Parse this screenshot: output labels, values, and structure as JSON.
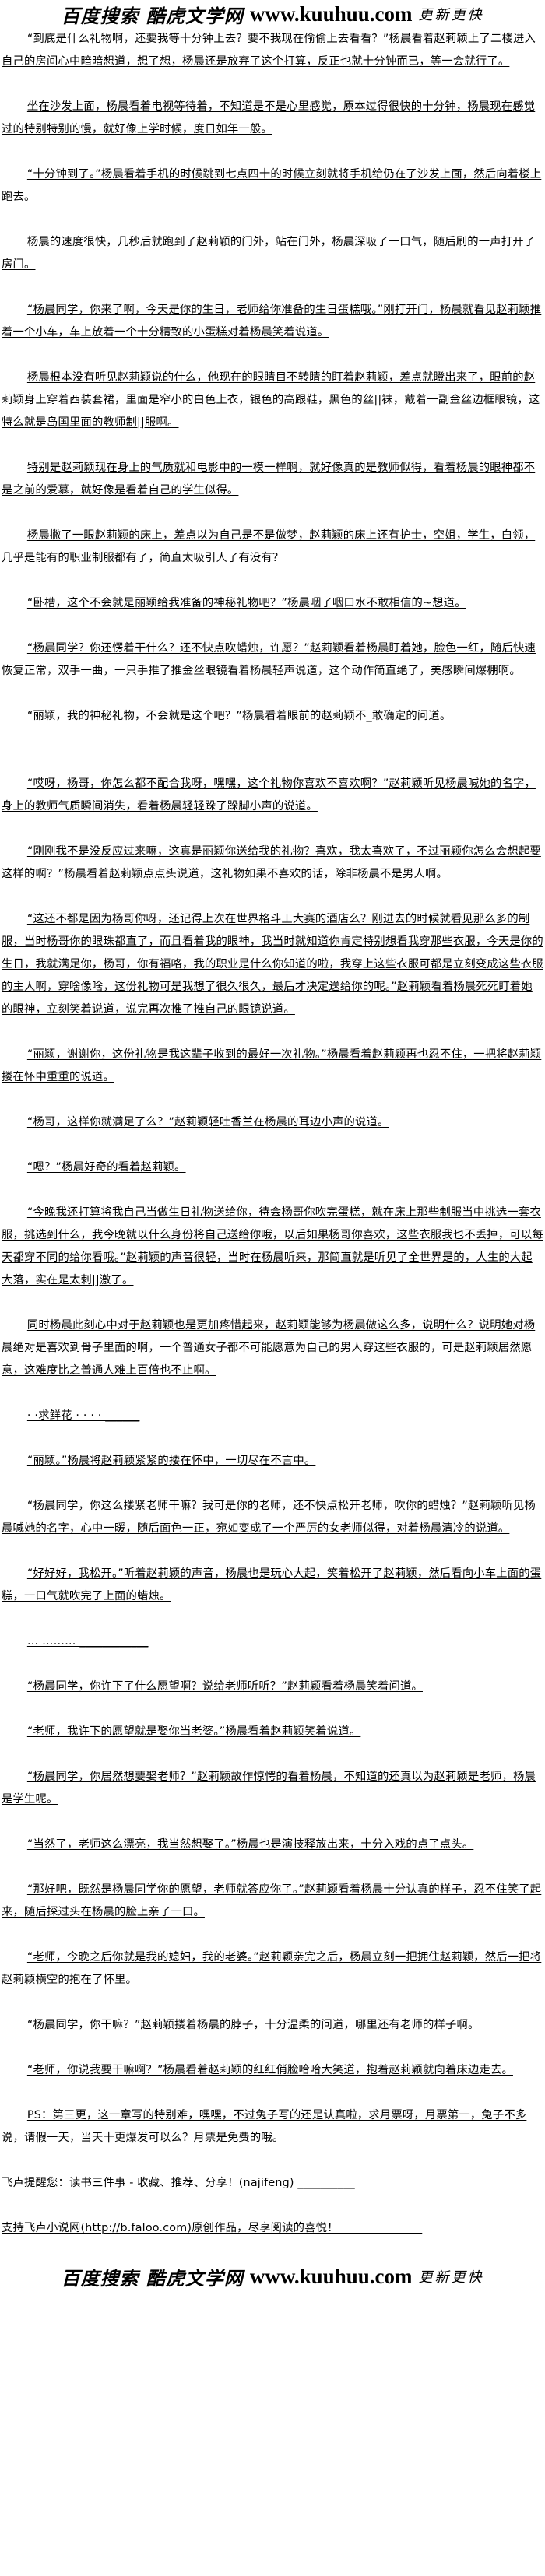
{
  "banner": {
    "left": "百度搜索 酷虎文学网",
    "url": "www.kuuhuu.com",
    "right": "更新更快"
  },
  "paragraphs": [
    "“到底是什么礼物啊，还要我等十分钟上去？要不我现在偷偷上去看看？”杨晨看着赵莉颖上了二楼进入自己的房间心中暗暗想道，想了想，杨晨还是放弃了这个打算，反正也就十分钟而已，等一会就行了。",
    "坐在沙发上面，杨晨看着电视等待着，不知道是不是心里感觉，原本过得很快的十分钟，杨晨现在感觉过的特别特别的慢，就好像上学时候，度日如年一般。",
    "“十分钟到了。”杨晨看着手机的时候跳到七点四十的时候立刻就将手机给仍在了沙发上面，然后向着楼上跑去。",
    "杨晨的速度很快，几秒后就跑到了赵莉颖的门外，站在门外，杨晨深吸了一口气，随后刷的一声打开了房门。",
    "“杨晨同学，你来了啊，今天是你的生日，老师给你准备的生日蛋糕哦。”刚打开门，杨晨就看见赵莉颖推着一个小车，车上放着一个十分精致的小蛋糕对着杨晨笑着说道。",
    "杨晨根本没有听见赵莉颖说的什么，他现在的眼睛目不转睛的盯着赵莉颖，差点就瞪出来了，眼前的赵莉颖身上穿着西装套裙，里面是窄小的白色上衣，银色的高跟鞋，黑色的丝||袜，戴着一副金丝边框眼镜，这特么就是岛国里面的教师制||服啊。",
    "特别是赵莉颖现在身上的气质就和电影中的一模一样啊，就好像真的是教师似得，看着杨晨的眼神都不是之前的爱慕，就好像是看着自己的学生似得。",
    "杨晨撇了一眼赵莉颖的床上，差点以为自己是不是做梦，赵莉颖的床上还有护士，空姐，学生，白领，几乎是能有的职业制服都有了，简直太吸引人了有没有？",
    "“卧槽，这个不会就是丽颖给我准备的神秘礼物吧？”杨晨咽了咽口水不敢相信的~想道。",
    "“杨晨同学？你还愣着干什么？还不快点吹蜡烛，许愿？”赵莉颖看着杨晨盯着她，脸色一红，随后快速恢复正常，双手一曲，一只手推了推金丝眼镜看着杨晨轻声说道，这个动作简直绝了，美感瞬间爆棚啊。",
    "“丽颖，我的神秘礼物，不会就是这个吧？”杨晨看着眼前的赵莉颖不_敢确定的问道。",
    "“哎呀，杨哥，你怎么都不配合我呀，嘿嘿，这个礼物你喜欢不喜欢啊？”赵莉颖听见杨晨喊她的名字，身上的教师气质瞬间消失，看着杨晨轻轻跺了跺脚小声的说道。",
    "“刚刚我不是没反应过来嘛，这真是丽颖你送给我的礼物？喜欢，我太喜欢了，不过丽颖你怎么会想起要这样的啊？”杨晨看着赵莉颖点点头说道，这礼物如果不喜欢的话，除非杨晨不是男人啊。",
    "“这还不都是因为杨哥你呀，还记得上次在世界格斗王大赛的酒店么？刚进去的时候就看见那么多的制服，当时杨哥你的眼珠都直了，而且看着我的眼神，我当时就知道你肯定特别想看我穿那些衣服，今天是你的生日，我就满足你，杨哥，你有福咯，我的职业是什么你知道的啦，我穿上这些衣服可都是立刻变成这些衣服的主人啊，穿啥像啥，这份礼物可是我想了很久很久，最后才决定送给你的呢。”赵莉颖看着杨晨死死盯着她的眼神，立刻笑着说道，说完再次推了推自己的眼镜说道。",
    "“丽颖，谢谢你，这份礼物是我这辈子收到的最好一次礼物。”杨晨看着赵莉颖再也忍不住，一把将赵莉颖搂在怀中重重的说道。",
    "“杨哥，这样你就满足了么？”赵莉颖轻吐香兰在杨晨的耳边小声的说道。",
    "“嗯？”杨晨好奇的看着赵莉颖。",
    "“今晚我还打算将我自己当做生日礼物送给你，待会杨哥你吹完蛋糕，就在床上那些制服当中挑选一套衣服，挑选到什么，我今晚就以什么身份将自己送给你哦，以后如果杨哥你喜欢，这些衣服我也不丢掉，可以每天都穿不同的给你看哦。”赵莉颖的声音很轻，当时在杨晨听来，那简直就是听见了全世界是的，人生的大起大落，实在是太刺||激了。",
    "同时杨晨此刻心中对于赵莉颖也是更加疼惜起来，赵莉颖能够为杨晨做这么多，说明什么？说明她对杨晨绝对是喜欢到骨子里面的啊，一个普通女子都不可能愿意为自己的男人穿这些衣服的，可是赵莉颖居然愿意，这难度比之普通人难上百倍也不止啊。",
    "· ·求鲜花 · · · · ______",
    "“丽颖。”杨晨将赵莉颖紧紧的搂在怀中，一切尽在不言中。",
    "“杨晨同学，你这么搂紧老师干嘛？我可是你的老师，还不快点松开老师，吹你的蜡烛？”赵莉颖听见杨晨喊她的名字，心中一暖，随后面色一正，宛如变成了一个严厉的女老师似得，对着杨晨清冷的说道。",
    "“好好好，我松开。”听着赵莉颖的声音，杨晨也是玩心大起，笑着松开了赵莉颖，然后看向小车上面的蛋糕，一口气就吹完了上面的蜡烛。",
    "… ……… ____________",
    "“杨晨同学，你许下了什么愿望啊？说给老师听听？”赵莉颖看着杨晨笑着问道。",
    "“老师，我许下的愿望就是娶你当老婆。”杨晨看着赵莉颖笑着说道。",
    "“杨晨同学，你居然想要娶老师？”赵莉颖故作惊愕的看着杨晨，不知道的还真以为赵莉颖是老师，杨晨是学生呢。",
    "“当然了，老师这么漂亮，我当然想娶了。”杨晨也是演技释放出来，十分入戏的点了点头。",
    "“那好吧，既然是杨晨同学你的愿望，老师就答应你了。”赵莉颖看着杨晨十分认真的样子，忍不住笑了起来，随后探过头在杨晨的脸上亲了一口。",
    "“老师，今晚之后你就是我的媳妇，我的老婆。”赵莉颖亲完之后，杨晨立刻一把拥住赵莉颖，然后一把将赵莉颖横空的抱在了怀里。",
    "“杨晨同学，你干嘛？”赵莉颖搂着杨晨的脖子，十分温柔的问道，哪里还有老师的样子啊。",
    "“老师，你说我要干嘛啊？”杨晨看着赵莉颖的红红俏脸哈哈大笑道，抱着赵莉颖就向着床边走去。",
    "PS：第三更，这一章写的特别难，嘿嘿，不过兔子写的还是认真啦，求月票呀，月票第一，兔子不多说，请假一天，当天十更爆发可以么？月票是免费的哦。"
  ],
  "footer_notes": [
    "飞卢提醒您：读书三件事 - 收藏、推荐、分享！(najifeng) __________",
    "支持飞卢小说网(http://b.faloo.com)原创作品，尽享阅读的喜悦！ ______________"
  ]
}
